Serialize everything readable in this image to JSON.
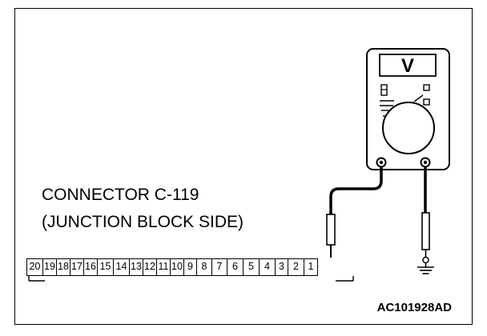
{
  "label_line1": "CONNECTOR C-119",
  "label_line2": "(JUNCTION BLOCK SIDE)",
  "figure_code": "AC101928AD",
  "meter_display": "V",
  "pins": [
    "20",
    "19",
    "18",
    "17",
    "16",
    "15",
    "14",
    "13",
    "12",
    "11",
    "10",
    "9",
    "8",
    "7",
    "6",
    "5",
    "4",
    "3",
    "2",
    "1"
  ]
}
